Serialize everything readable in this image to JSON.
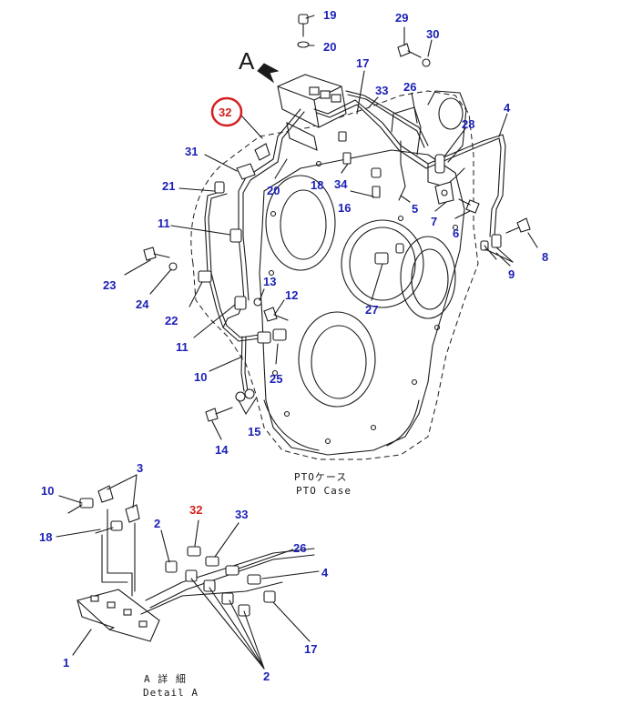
{
  "colors": {
    "callout": "#1b1fb5",
    "highlight": "#d42020",
    "line": "#1a1a1a"
  },
  "view_label": "A",
  "main_caption_jp": "PTOケース",
  "main_caption_en": "PTO Case",
  "detail_caption_jp": "A 詳 細",
  "detail_caption_en": "Detail A",
  "highlighted_part": "32",
  "callouts": {
    "c19": "19",
    "c20a": "20",
    "c29": "29",
    "c30": "30",
    "c17a": "17",
    "c33a": "33",
    "c26a": "26",
    "c4a": "4",
    "c32a": "32",
    "c28": "28",
    "c31": "31",
    "c21": "21",
    "c20b": "20",
    "c18a": "18",
    "c34": "34",
    "c16": "16",
    "c5": "5",
    "c7": "7",
    "c6": "6",
    "c11a": "11",
    "c9": "9",
    "c8": "8",
    "c23": "23",
    "c24": "24",
    "c13": "13",
    "c12": "12",
    "c22": "22",
    "c27": "27",
    "c11b": "11",
    "c10a": "10",
    "c25": "25",
    "c15": "15",
    "c14": "14",
    "d3": "3",
    "d10": "10",
    "d18": "18",
    "d2a": "2",
    "d32": "32",
    "d33": "33",
    "d26": "26",
    "d4": "4",
    "d17": "17",
    "d1": "1",
    "d2b": "2"
  }
}
